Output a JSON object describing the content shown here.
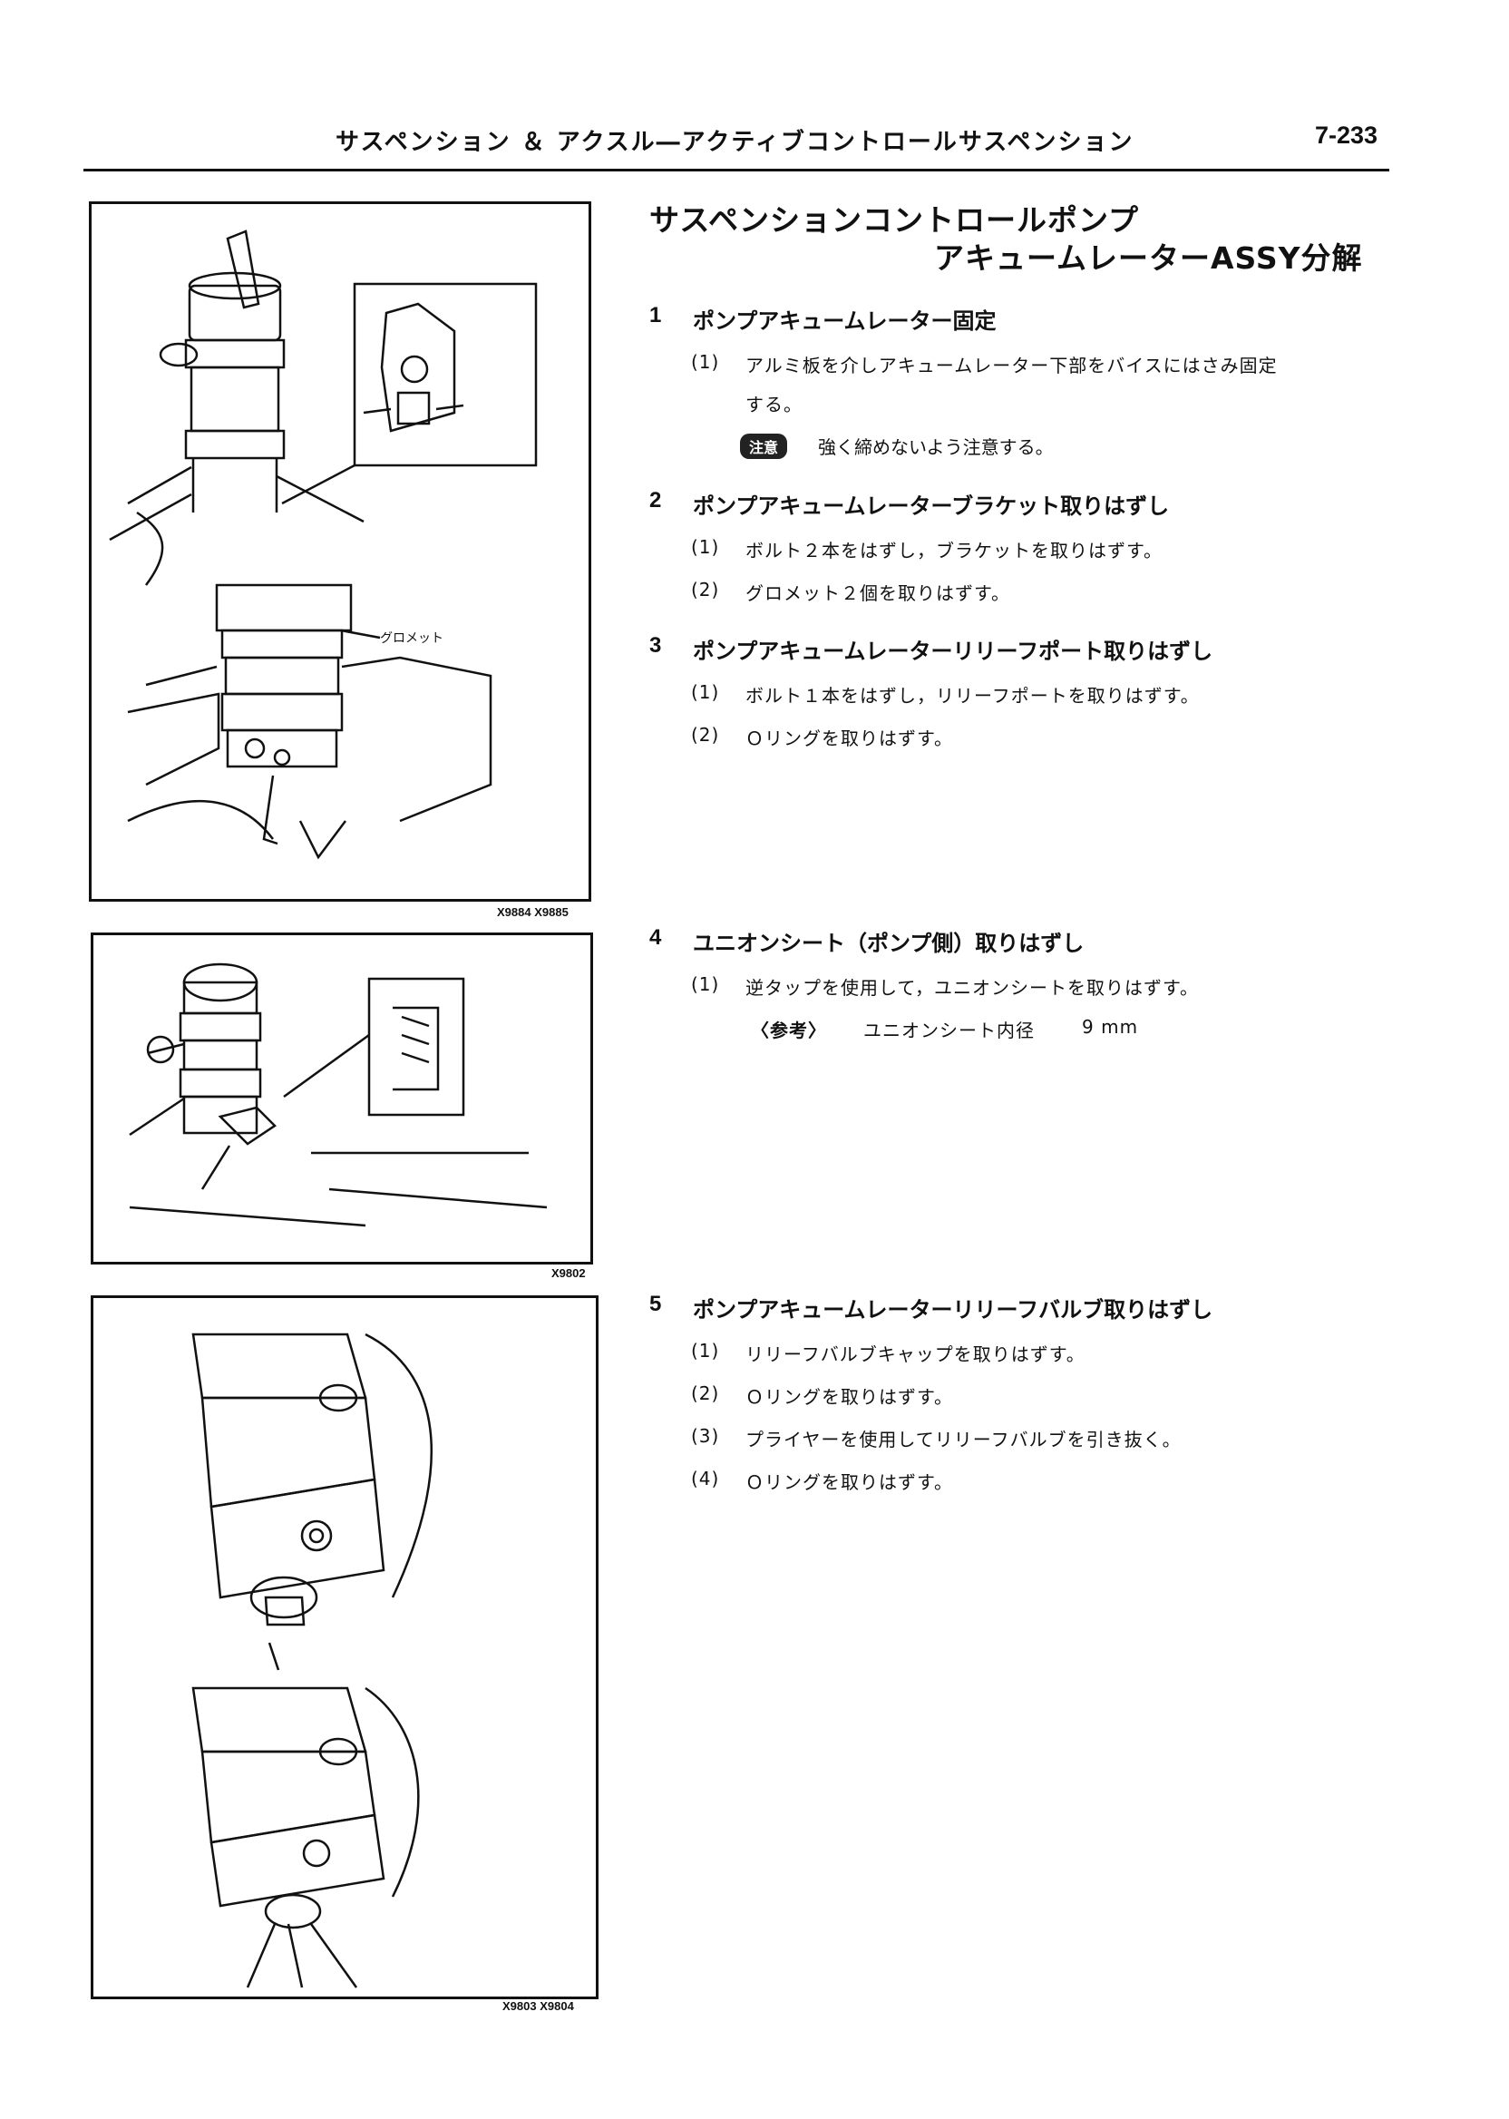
{
  "header": {
    "title": "サスペンション ＆ アクスル―アクティブコントロールサスペンション",
    "page_number": "7-233"
  },
  "section": {
    "title_line1": "サスペンションコントロールポンプ",
    "title_line2": "アキュームレーターASSY分解"
  },
  "figures": [
    {
      "codes": "X9884  X9885",
      "label": "グロメット"
    },
    {
      "codes": "X9802"
    },
    {
      "codes": "X9803  X9804"
    }
  ],
  "steps": [
    {
      "num": "1",
      "title": "ポンプアキュームレーター固定",
      "subs": [
        {
          "num": "(1)",
          "text": "アルミ板を介しアキュームレーター下部をバイスにはさみ固定",
          "cont": "する。"
        }
      ],
      "hint": {
        "badge": "注意",
        "text": "強く締めないよう注意する。"
      }
    },
    {
      "num": "2",
      "title": "ポンプアキュームレーターブラケット取りはずし",
      "subs": [
        {
          "num": "(1)",
          "text": "ボルト２本をはずし，ブラケットを取りはずす。"
        },
        {
          "num": "(2)",
          "text": "グロメット２個を取りはずす。"
        }
      ]
    },
    {
      "num": "3",
      "title": "ポンプアキュームレーターリリーフポート取りはずし",
      "subs": [
        {
          "num": "(1)",
          "text": "ボルト１本をはずし，リリーフポートを取りはずす。"
        },
        {
          "num": "(2)",
          "text": "Ｏリングを取りはずす。"
        }
      ]
    },
    {
      "num": "4",
      "title": "ユニオンシート（ポンプ側）取りはずし",
      "subs": [
        {
          "num": "(1)",
          "text": "逆タップを使用して，ユニオンシートを取りはずす。"
        }
      ],
      "reference": {
        "label": "〈参考〉",
        "item": "ユニオンシート内径",
        "value": "9 mm"
      }
    },
    {
      "num": "5",
      "title": "ポンプアキュームレーターリリーフバルブ取りはずし",
      "subs": [
        {
          "num": "(1)",
          "text": "リリーフバルブキャップを取りはずす。"
        },
        {
          "num": "(2)",
          "text": "Ｏリングを取りはずす。"
        },
        {
          "num": "(3)",
          "text": "プライヤーを使用してリリーフバルブを引き抜く。"
        },
        {
          "num": "(4)",
          "text": "Ｏリングを取りはずす。"
        }
      ]
    }
  ]
}
